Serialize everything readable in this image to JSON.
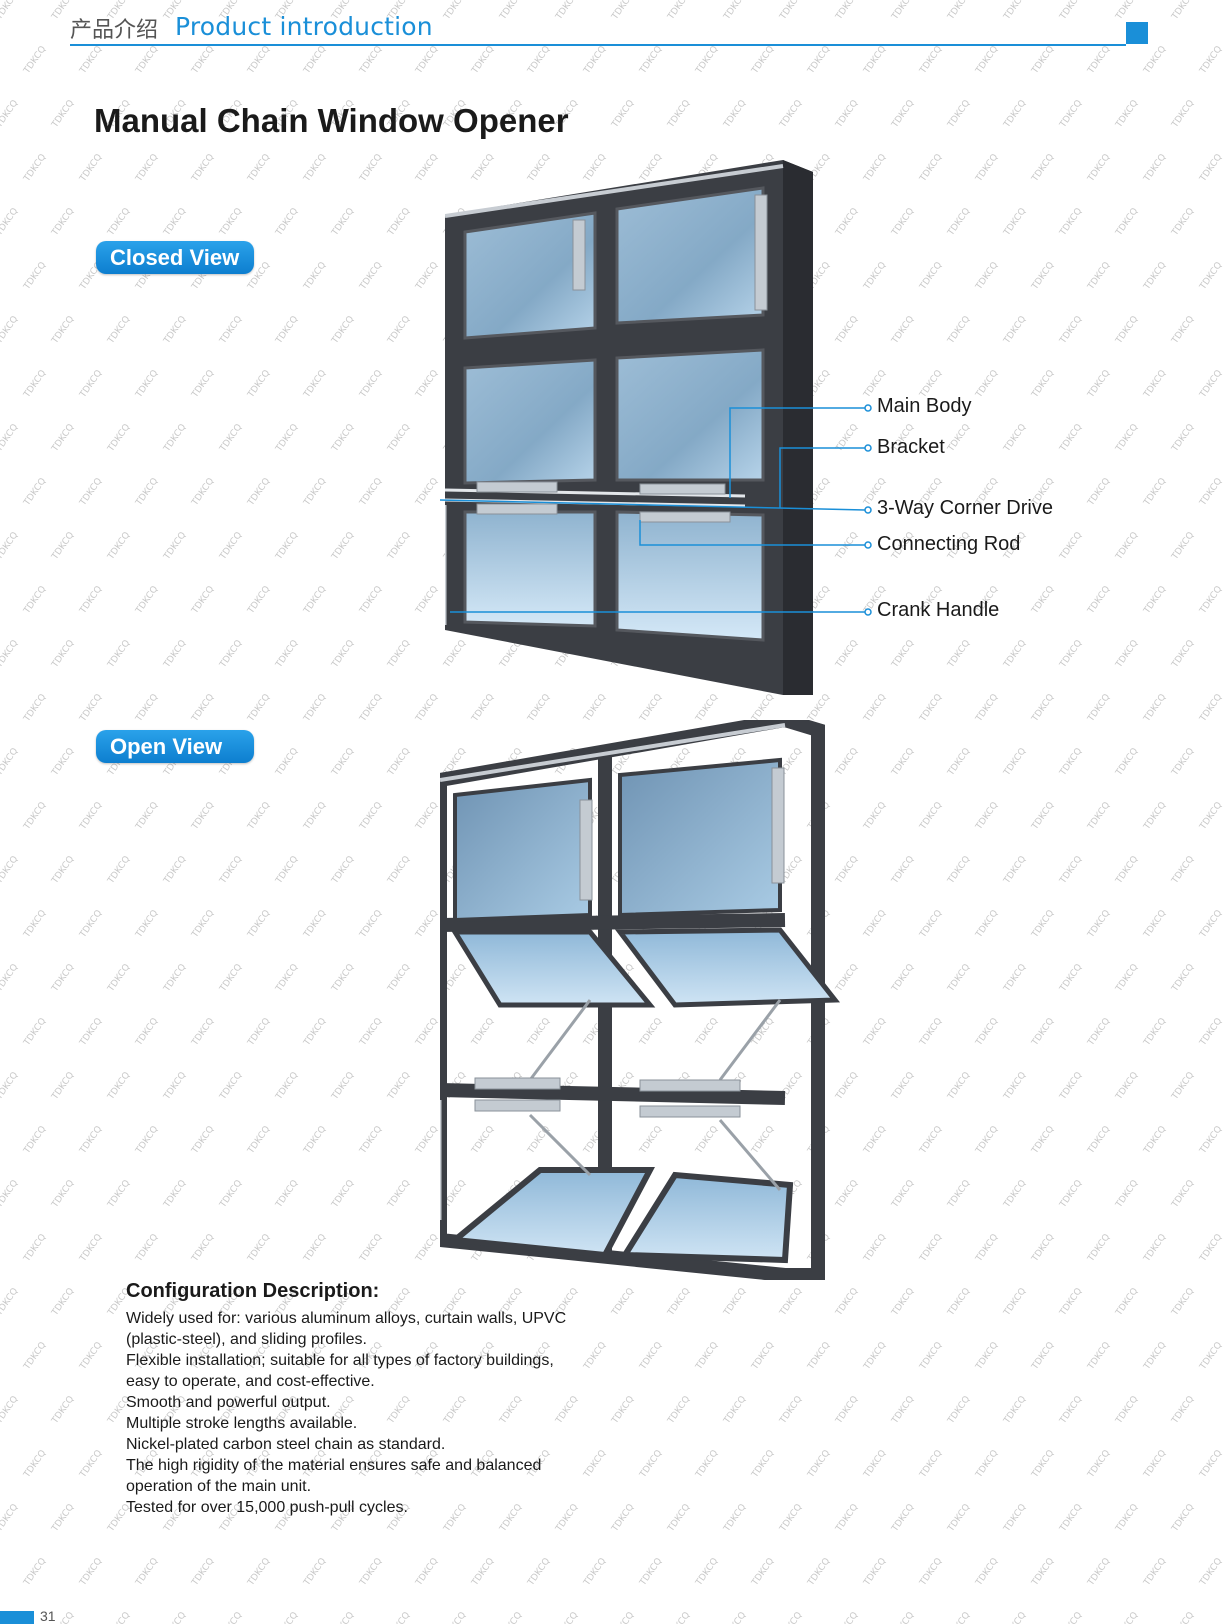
{
  "header": {
    "title_zh": "产品介绍",
    "title_en": "Product introduction"
  },
  "page_title": "Manual Chain Window Opener",
  "watermark_text": "TDKCQ",
  "sections": {
    "closed_view_label": "Closed View",
    "open_view_label": "Open View"
  },
  "callouts": {
    "main_body": "Main Body",
    "bracket": "Bracket",
    "corner_drive": "3-Way Corner Drive",
    "connecting_rod": "Connecting Rod",
    "crank_handle": "Crank Handle"
  },
  "configuration": {
    "title": "Configuration Description:",
    "lines": [
      "Widely used for: various aluminum alloys, curtain walls, UPVC",
      "(plastic-steel), and sliding profiles.",
      "Flexible installation; suitable for all types of factory buildings,",
      "easy to operate, and cost-effective.",
      "Smooth and powerful output.",
      "Multiple stroke lengths available.",
      "Nickel-plated carbon steel chain as standard.",
      "The high rigidity of the material ensures safe and balanced",
      "operation of the main unit.",
      "Tested for over 15,000 push-pull cycles."
    ]
  },
  "colors": {
    "accent": "#1a8fd8",
    "frame": "#3b3e44",
    "glass": "#8fb4cf",
    "watermark": "#c8c8c8"
  },
  "footer": {
    "page_number": "31"
  }
}
